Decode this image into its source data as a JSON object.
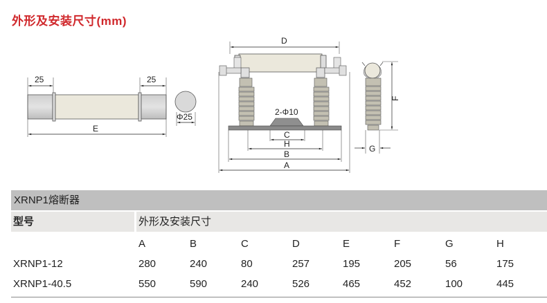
{
  "page": {
    "title": "外形及安装尺寸(mm)",
    "accent_color": "#d0282c"
  },
  "drawing": {
    "fuse_labels": {
      "left_cap": "25",
      "right_cap": "25",
      "length": "E",
      "diameter": "Φ25"
    },
    "base_labels": {
      "top": "D",
      "holes": "2-Φ10",
      "c": "C",
      "h": "H",
      "b": "B",
      "a": "A"
    },
    "side_labels": {
      "height": "F",
      "width": "G"
    }
  },
  "table": {
    "section_title": "XRNP1熔断器",
    "model_header": "型号",
    "dims_header": "外形及安装尺寸",
    "columns": [
      "A",
      "B",
      "C",
      "D",
      "E",
      "F",
      "G",
      "H"
    ],
    "rows": [
      {
        "model": "XRNP1-12",
        "values": [
          "280",
          "240",
          "80",
          "257",
          "195",
          "205",
          "56",
          "175"
        ]
      },
      {
        "model": "XRNP1-40.5",
        "values": [
          "550",
          "590",
          "240",
          "526",
          "465",
          "452",
          "100",
          "445"
        ]
      }
    ]
  }
}
